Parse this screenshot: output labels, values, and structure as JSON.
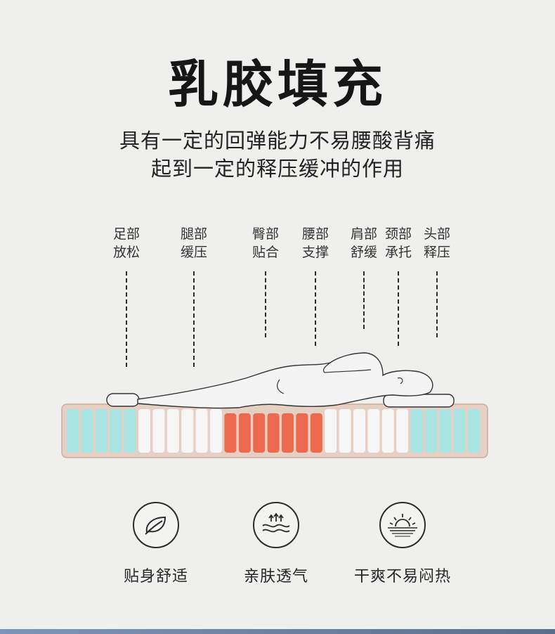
{
  "title": "乳胶填充",
  "subtitle": {
    "line1": "具有一定的回弹能力不易腰酸背痛",
    "line2": "起到一定的释压缓冲的作用"
  },
  "zones": [
    {
      "line1": "足部",
      "line2": "放松"
    },
    {
      "line1": "腿部",
      "line2": "缓压"
    },
    {
      "line1": "臀部",
      "line2": "贴合"
    },
    {
      "line1": "腰部",
      "line2": "支撑"
    },
    {
      "line1": "肩部",
      "line2": "舒缓"
    },
    {
      "line1": "颈部",
      "line2": "承托"
    },
    {
      "line1": "头部",
      "line2": "释压"
    }
  ],
  "colors": {
    "mattress_frame": "#e6d0c4",
    "cyan_zone": "#a8e4e1",
    "white_zone": "#f6f6f6",
    "orange_zone": "#ec6b4e",
    "background": "#efefee"
  },
  "features": [
    {
      "label": "贴身舒适",
      "icon": "leaf-icon"
    },
    {
      "label": "亲肤透气",
      "icon": "breathable-waves-icon"
    },
    {
      "label": "干爽不易闷热",
      "icon": "sun-horizon-icon"
    }
  ]
}
